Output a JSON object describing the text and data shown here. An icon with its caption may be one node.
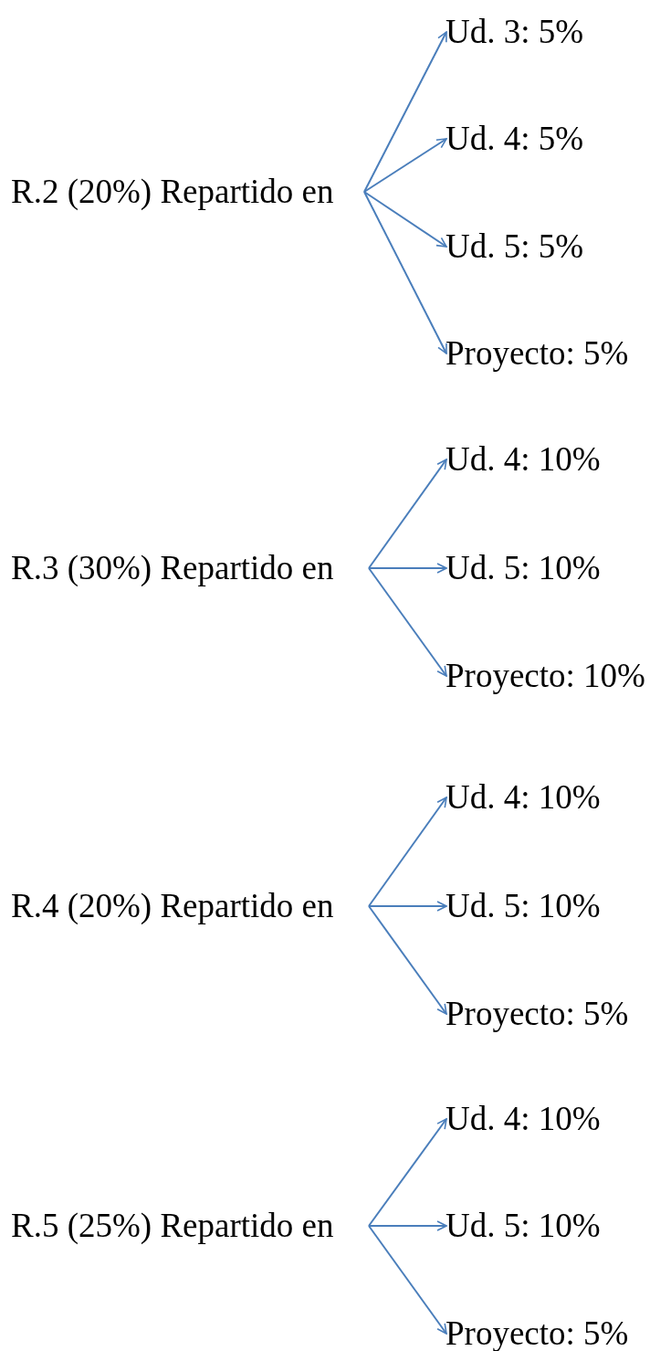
{
  "diagram": {
    "nodes": [
      {
        "text": [
          "R.2 (20%) Repartido en"
        ]
      },
      {
        "text": [
          "Ud. 3: 5%"
        ]
      },
      {
        "text": [
          "Ud. 4: 5%"
        ]
      },
      {
        "text": [
          "Ud. 5: 5%"
        ]
      },
      {
        "text": [
          "Proyecto: 5%"
        ]
      },
      {
        "text": [
          "R.3 (30%) Repartido en"
        ]
      },
      {
        "text": [
          "Ud. 4: 10%"
        ]
      },
      {
        "text": [
          "Ud. 5: 10%"
        ]
      },
      {
        "text": [
          "Proyecto: 10%"
        ]
      },
      {
        "text": [
          "R.4 (20%) Repartido en"
        ]
      },
      {
        "text": [
          "Ud. 4: 10%"
        ]
      },
      {
        "text": [
          "Ud. 5: 10%"
        ]
      },
      {
        "text": [
          "Proyecto: 5%"
        ]
      },
      {
        "text": [
          "R.5 (25%) Repartido en"
        ]
      },
      {
        "text": [
          "Ud. 4: 10%"
        ]
      },
      {
        "text": [
          "Ud. 5: 10%"
        ]
      },
      {
        "text": [
          "Proyecto: 5%"
        ]
      }
    ],
    "edges": [
      {
        "from": 0,
        "to": 1,
        "arrow": "to"
      },
      {
        "from": 0,
        "to": 2,
        "arrow": "to"
      },
      {
        "from": 0,
        "to": 3,
        "arrow": "to"
      },
      {
        "from": 0,
        "to": 4,
        "arrow": "to"
      },
      {
        "from": 5,
        "to": 6,
        "arrow": "to"
      },
      {
        "from": 5,
        "to": 7,
        "arrow": "to"
      },
      {
        "from": 5,
        "to": 8,
        "arrow": "to"
      },
      {
        "from": 9,
        "to": 10,
        "arrow": "to"
      },
      {
        "from": 9,
        "to": 11,
        "arrow": "to"
      },
      {
        "from": 9,
        "to": 12,
        "arrow": "to"
      },
      {
        "from": 13,
        "to": 14,
        "arrow": "to"
      },
      {
        "from": 13,
        "to": 15,
        "arrow": "to"
      },
      {
        "from": 13,
        "to": 16,
        "arrow": "to"
      }
    ]
  }
}
